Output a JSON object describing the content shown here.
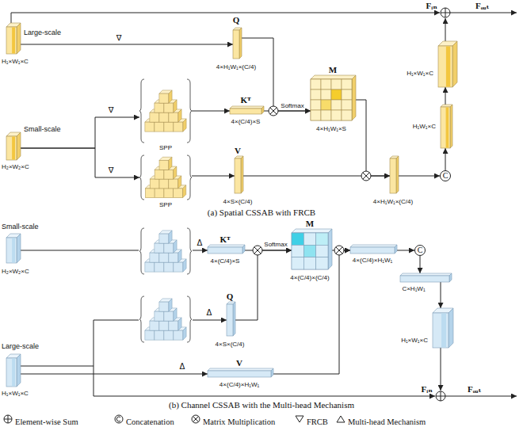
{
  "diagram": {
    "nodes": [
      {
        "text": [
          "Large-scale",
          "H₁×W₁×C"
        ]
      },
      {
        "text": [
          "Small-scale",
          "H₂×W₂×C"
        ]
      },
      {
        "text": [
          "SPP"
        ]
      },
      {
        "text": [
          "SPP"
        ]
      },
      {
        "text": [
          "Q",
          "4×H₁W₁×(C/4)"
        ]
      },
      {
        "text": [
          "Kᵀ",
          "4×(C/4)×S"
        ]
      },
      {
        "text": [
          "M",
          "4×H₁W₁×S"
        ]
      },
      {
        "text": [
          "V",
          "4×S×(C/4)"
        ]
      },
      {
        "text": [
          "4×H₁W₁×(C/4)"
        ]
      },
      {
        "text": [
          "C"
        ]
      },
      {
        "text": [
          "H₁W₁×C"
        ]
      },
      {
        "text": [
          "H₁×W₁×C"
        ]
      },
      {
        "text": [
          "Small-scale",
          "H₂×W₂×C"
        ]
      },
      {
        "text": [
          "Kᵀ",
          "4×(C/4)×S"
        ]
      },
      {
        "text": [
          "Q",
          "4×S×(C/4)"
        ]
      },
      {
        "text": [
          "M",
          "4×(C/4)×(C/4)"
        ]
      },
      {
        "text": [
          "V",
          "4×(C/4)×H₁W₁"
        ]
      },
      {
        "text": [
          "Large-scale",
          "H₁×W₁×C"
        ]
      },
      {
        "text": [
          "4×(C/4)×H₁W₁"
        ]
      },
      {
        "text": [
          "C"
        ]
      },
      {
        "text": [
          "C×H₁W₁"
        ]
      },
      {
        "text": [
          "H₁×W₁×C"
        ]
      }
    ],
    "edges": [
      {
        "from": 0,
        "to": 4,
        "arrow": "to"
      },
      {
        "from": 1,
        "to": 2,
        "arrow": "to"
      },
      {
        "from": 1,
        "to": 3,
        "arrow": "to"
      },
      {
        "from": 2,
        "to": 5,
        "arrow": "to"
      },
      {
        "from": 3,
        "to": 7,
        "arrow": "to"
      },
      {
        "from": 4,
        "to": 6,
        "arrow": "to"
      },
      {
        "from": 5,
        "to": 6,
        "arrow": "to"
      },
      {
        "from": 6,
        "to": 8,
        "arrow": "to"
      },
      {
        "from": 7,
        "to": 8,
        "arrow": "to"
      },
      {
        "from": 8,
        "to": 9,
        "arrow": "to"
      },
      {
        "from": 9,
        "to": 10,
        "arrow": "to"
      },
      {
        "from": 10,
        "to": 11,
        "arrow": "to"
      },
      {
        "from": 12,
        "to": 13,
        "arrow": "to"
      },
      {
        "from": 13,
        "to": 15,
        "arrow": "to"
      },
      {
        "from": 14,
        "to": 15,
        "arrow": "to"
      },
      {
        "from": 15,
        "to": 18,
        "arrow": "to"
      },
      {
        "from": 16,
        "to": 18,
        "arrow": "to"
      },
      {
        "from": 17,
        "to": 14,
        "arrow": "to"
      },
      {
        "from": 17,
        "to": 16,
        "arrow": "to"
      },
      {
        "from": 18,
        "to": 19,
        "arrow": "to"
      },
      {
        "from": 19,
        "to": 20,
        "arrow": "to"
      },
      {
        "from": 20,
        "to": 21,
        "arrow": "to"
      }
    ],
    "labels": [
      "Fᵢₙ",
      "Fₒᵤₜ",
      "∇",
      "∇",
      "∇",
      "Softmax",
      "(a) Spatial CSSAB with FRCB",
      "Δ",
      "Softmax",
      "Δ",
      "Δ",
      "Fᵢₙ",
      "Fₒᵤₜ",
      "(b) Channel CSSAB with the Multi-head Mechanism"
    ],
    "legend": [
      {
        "text": "Element-wise Sum"
      },
      {
        "text": "Concatenation"
      },
      {
        "text": "Matrix Multiplication"
      },
      {
        "text": "FRCB"
      },
      {
        "text": "Multi-head Mechanism"
      }
    ]
  }
}
